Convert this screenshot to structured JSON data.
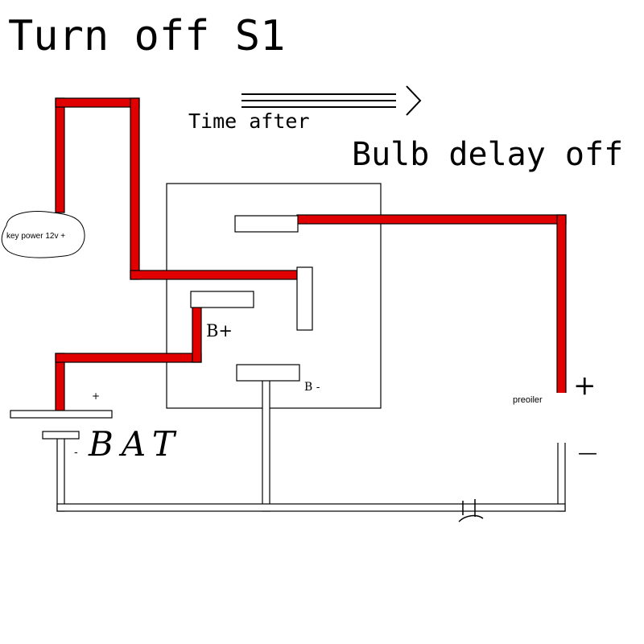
{
  "title": "Turn off S1",
  "arrow_label": "Time after",
  "subtitle": "Bulb delay off",
  "labels": {
    "key_power": "key power 12v +",
    "b_plus": "B+",
    "b_minus": "B -",
    "battery": "BAT",
    "battery_minus": "-",
    "battery_plus": "+",
    "preoiler": "preoiler",
    "load_plus": "+",
    "load_minus": "—"
  },
  "colors": {
    "wire_positive": "#e00000",
    "wire_outline": "#000000",
    "line": "#000000",
    "background": "#ffffff"
  }
}
